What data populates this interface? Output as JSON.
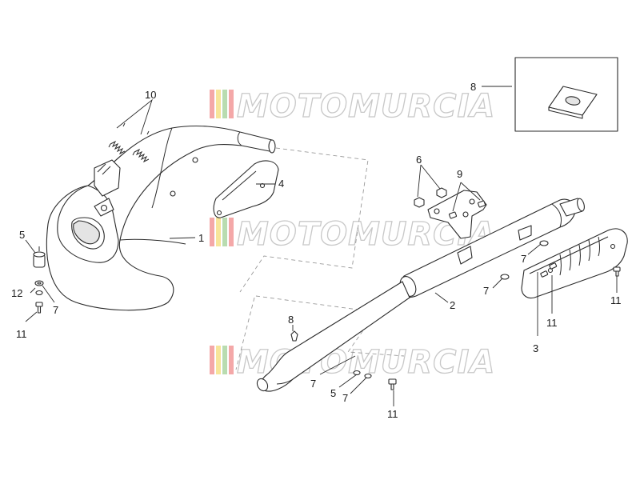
{
  "diagram": {
    "watermark": {
      "text": "MOTOMURCIA",
      "stripe_colors": [
        "#f4a8a8",
        "#f7e59a",
        "#b9dcb0",
        "#f4a8a8"
      ]
    },
    "callouts": {
      "c1": "1",
      "c2": "2",
      "c3": "3",
      "c4": "4",
      "c5_left": "5",
      "c5_bottom": "5",
      "c6": "6",
      "c7_left": "7",
      "c7_bottom_a": "7",
      "c7_bottom_b": "7",
      "c7_right_a": "7",
      "c7_right_b": "7",
      "c8_box": "8",
      "c8_mid": "8",
      "c9": "9",
      "c10": "10",
      "c11_left": "11",
      "c11_bottom": "11",
      "c11_right_a": "11",
      "c11_right_b": "11",
      "c12": "12"
    }
  }
}
